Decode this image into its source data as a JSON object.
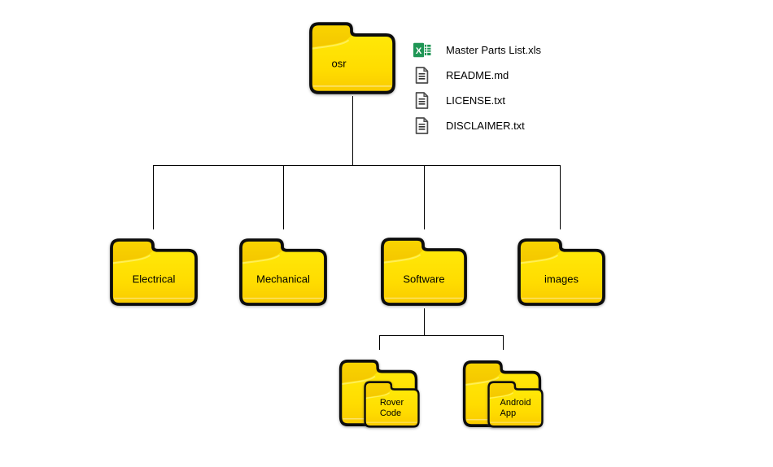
{
  "diagram": {
    "title": "folder structure tree",
    "root": {
      "label": "osr"
    },
    "root_files": [
      {
        "name": "Master Parts List.xls",
        "icon": "excel-file-icon"
      },
      {
        "name": "README.md",
        "icon": "document-icon"
      },
      {
        "name": "LICENSE.txt",
        "icon": "document-icon"
      },
      {
        "name": "DISCLAIMER.txt",
        "icon": "document-icon"
      }
    ],
    "folders": [
      {
        "label": "Electrical"
      },
      {
        "label": "Mechanical"
      },
      {
        "label": "Software"
      },
      {
        "label": "images"
      }
    ],
    "subfolders": [
      {
        "line1": "Rover",
        "line2": "Code"
      },
      {
        "line1": "Android",
        "line2": "App"
      }
    ]
  },
  "colors": {
    "background": "#ffffff",
    "connector": "#000000",
    "folder_outline": "#0d0d0d",
    "folder_back_gold_top": "#f9d400",
    "folder_back_gold_bottom": "#ebae00",
    "folder_front_yellow_top": "#ffe808",
    "folder_front_yellow_bottom": "#f9ca00",
    "excel_green": "#1f9655",
    "document_outline_gray": "#4d4d4d",
    "text": "#000000"
  }
}
